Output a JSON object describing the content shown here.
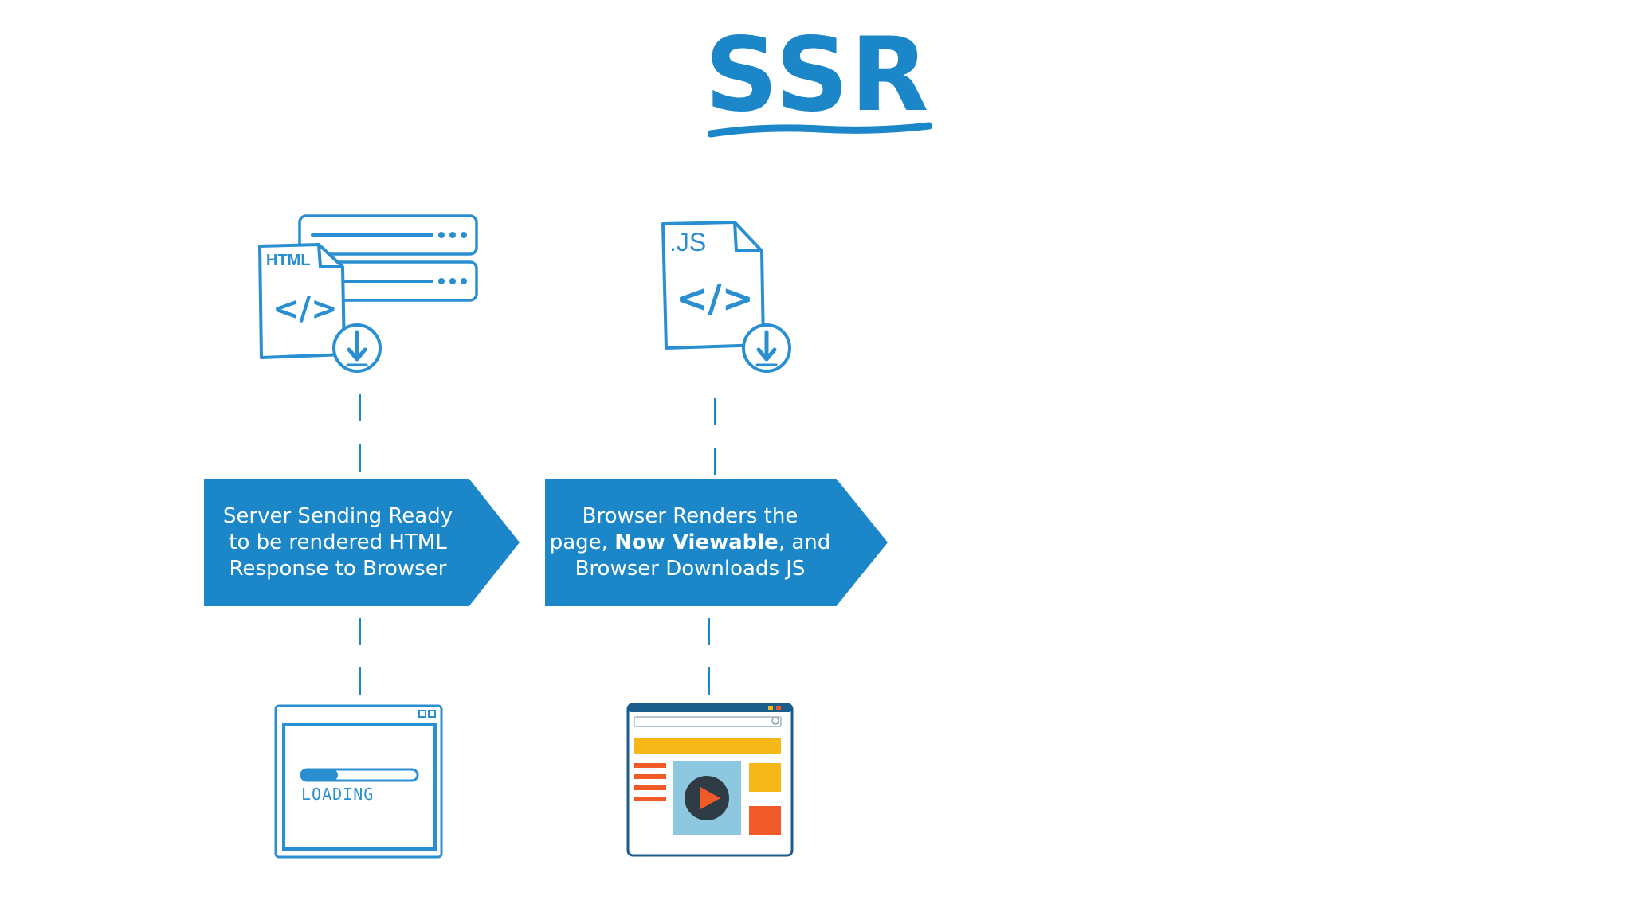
{
  "title": "SSR",
  "colors": {
    "primary_blue": "#1b86c8",
    "sketch_blue": "#2a8fd0",
    "accent_yellow": "#f6b818",
    "accent_orange": "#f05a28",
    "video_bg": "#8ec8e0",
    "play_dark": "#2f3b45",
    "white": "#ffffff"
  },
  "icons": {
    "server": "server-stack-icon",
    "html_file": "html-file-icon",
    "js_file": "js-file-icon",
    "download": "download-icon",
    "loading_window": "loading-browser-icon",
    "rendered_page": "rendered-page-icon",
    "play": "play-icon"
  },
  "steps": [
    {
      "file_label": "HTML",
      "code_glyph": "</>",
      "text_lines": [
        "Server Sending Ready",
        "to be rendered HTML",
        "Response to Browser"
      ],
      "browser_label": "LOADING"
    },
    {
      "file_label": ".JS",
      "code_glyph": "</>",
      "text_line1": "Browser Renders the",
      "text_line2_pre": "page, ",
      "text_line2_bold": "Now Viewable",
      "text_line2_post": ", and",
      "text_line3": "Browser Downloads JS"
    }
  ]
}
